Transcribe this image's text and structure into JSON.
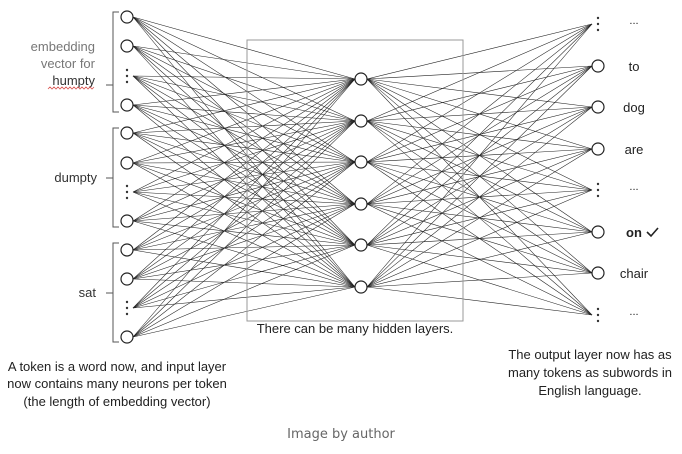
{
  "input_groups": [
    {
      "label_lines": [
        "embedding",
        "vector for"
      ],
      "word": "humpty"
    },
    {
      "word": "dumpty"
    },
    {
      "word": "sat"
    }
  ],
  "hidden_note": "There can be many hidden layers.",
  "output_tokens": [
    "...",
    "to",
    "dog",
    "are",
    "...",
    "on",
    "chair",
    "..."
  ],
  "output_selected": "on",
  "left_note": [
    "A token is a word now, and input layer",
    "now contains many neurons per token",
    "(the length of embedding vector)"
  ],
  "right_note": [
    "The output layer now has as",
    "many tokens as subwords in",
    "English language."
  ],
  "caption": "Image by author"
}
